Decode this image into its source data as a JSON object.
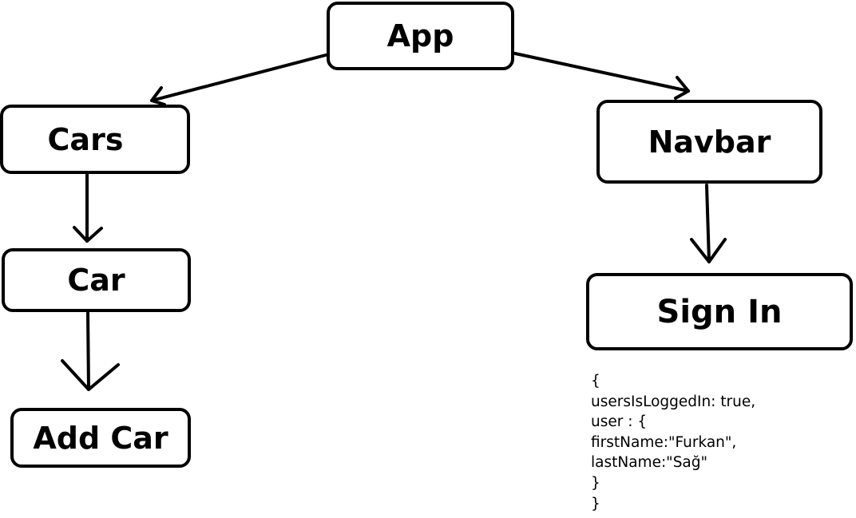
{
  "diagram": {
    "nodes": {
      "app": "App",
      "cars": "Cars",
      "navbar": "Navbar",
      "car": "Car",
      "sign_in": "Sign In",
      "add_car": "Add Car"
    },
    "edges": [
      {
        "from": "App",
        "to": "Cars"
      },
      {
        "from": "App",
        "to": "Navbar"
      },
      {
        "from": "Cars",
        "to": "Car"
      },
      {
        "from": "Car",
        "to": "Add Car"
      },
      {
        "from": "Navbar",
        "to": "Sign In"
      }
    ],
    "state_code": [
      "{",
      "usersIsLoggedIn: true,",
      "user : {",
      "firstName:\"Furkan\",",
      "lastName:\"Sağ\"",
      "}",
      "}"
    ]
  }
}
